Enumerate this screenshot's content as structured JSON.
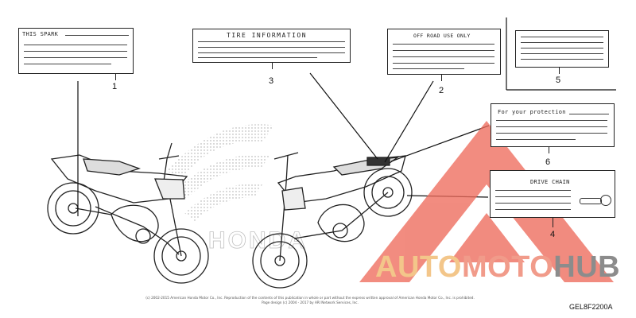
{
  "labels": {
    "spark": {
      "title": "THIS SPARK",
      "callout": "1"
    },
    "tire": {
      "title": "TIRE INFORMATION",
      "callout": "3"
    },
    "offroad": {
      "title": "OFF ROAD USE ONLY",
      "callout": "2"
    },
    "blank": {
      "title": "",
      "callout": "5"
    },
    "protection": {
      "title": "For your protection",
      "callout": "6"
    },
    "chain": {
      "title": "DRIVE CHAIN",
      "callout": "4"
    }
  },
  "background_brand": "HONDA",
  "copyright": {
    "line1": "(c) 2002-2015 American Honda Motor Co., Inc. Reproduction of the contents of this publication in whole or part without the express written approval of American Honda Motor Co., Inc. is prohibited.",
    "line2": "Page design (c) 2004 - 2017 by ARI Network Services, Inc."
  },
  "part_code": "GEL8F2200A",
  "watermark": {
    "part1": "AUTO",
    "part2": "MOTO",
    "part3": "HUB",
    "color_auto": "#f3c68a",
    "color_moto": "#f19b8a",
    "color_hub": "#8c8c8c",
    "color_triangle": "#ee6b5c"
  }
}
